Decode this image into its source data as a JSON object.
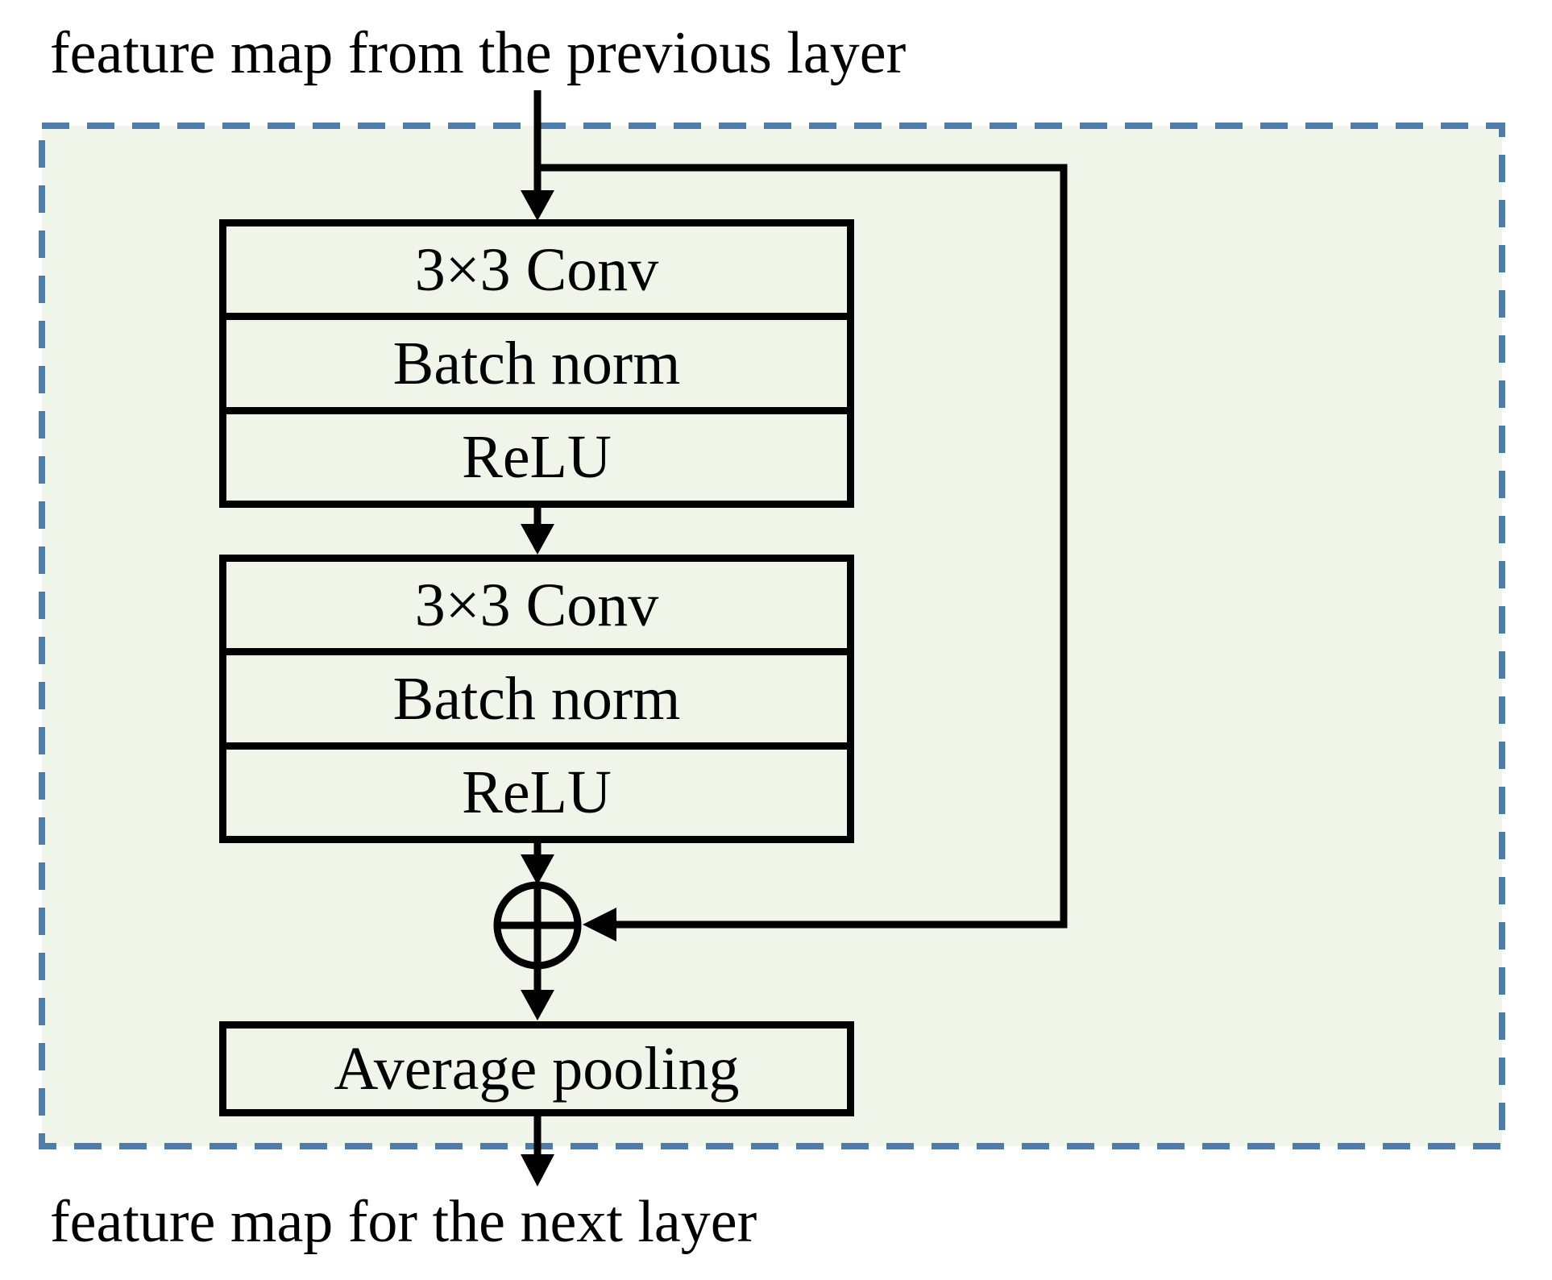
{
  "figure": {
    "caption_top": "feature map from the previous layer",
    "caption_bottom": "feature map for the next layer",
    "residual_block": {
      "conv_group_1": [
        "3×3 Conv",
        "Batch norm",
        "ReLU"
      ],
      "conv_group_2": [
        "3×3 Conv",
        "Batch norm",
        "ReLU"
      ],
      "merge_operator": "⊕",
      "pooling_label": "Average pooling"
    },
    "colors": {
      "page_background": "#ffffff",
      "block_region_fill": "#eff5e9",
      "block_region_border": "#4f7da9",
      "line_color": "#000000",
      "text_color": "#000000"
    }
  }
}
